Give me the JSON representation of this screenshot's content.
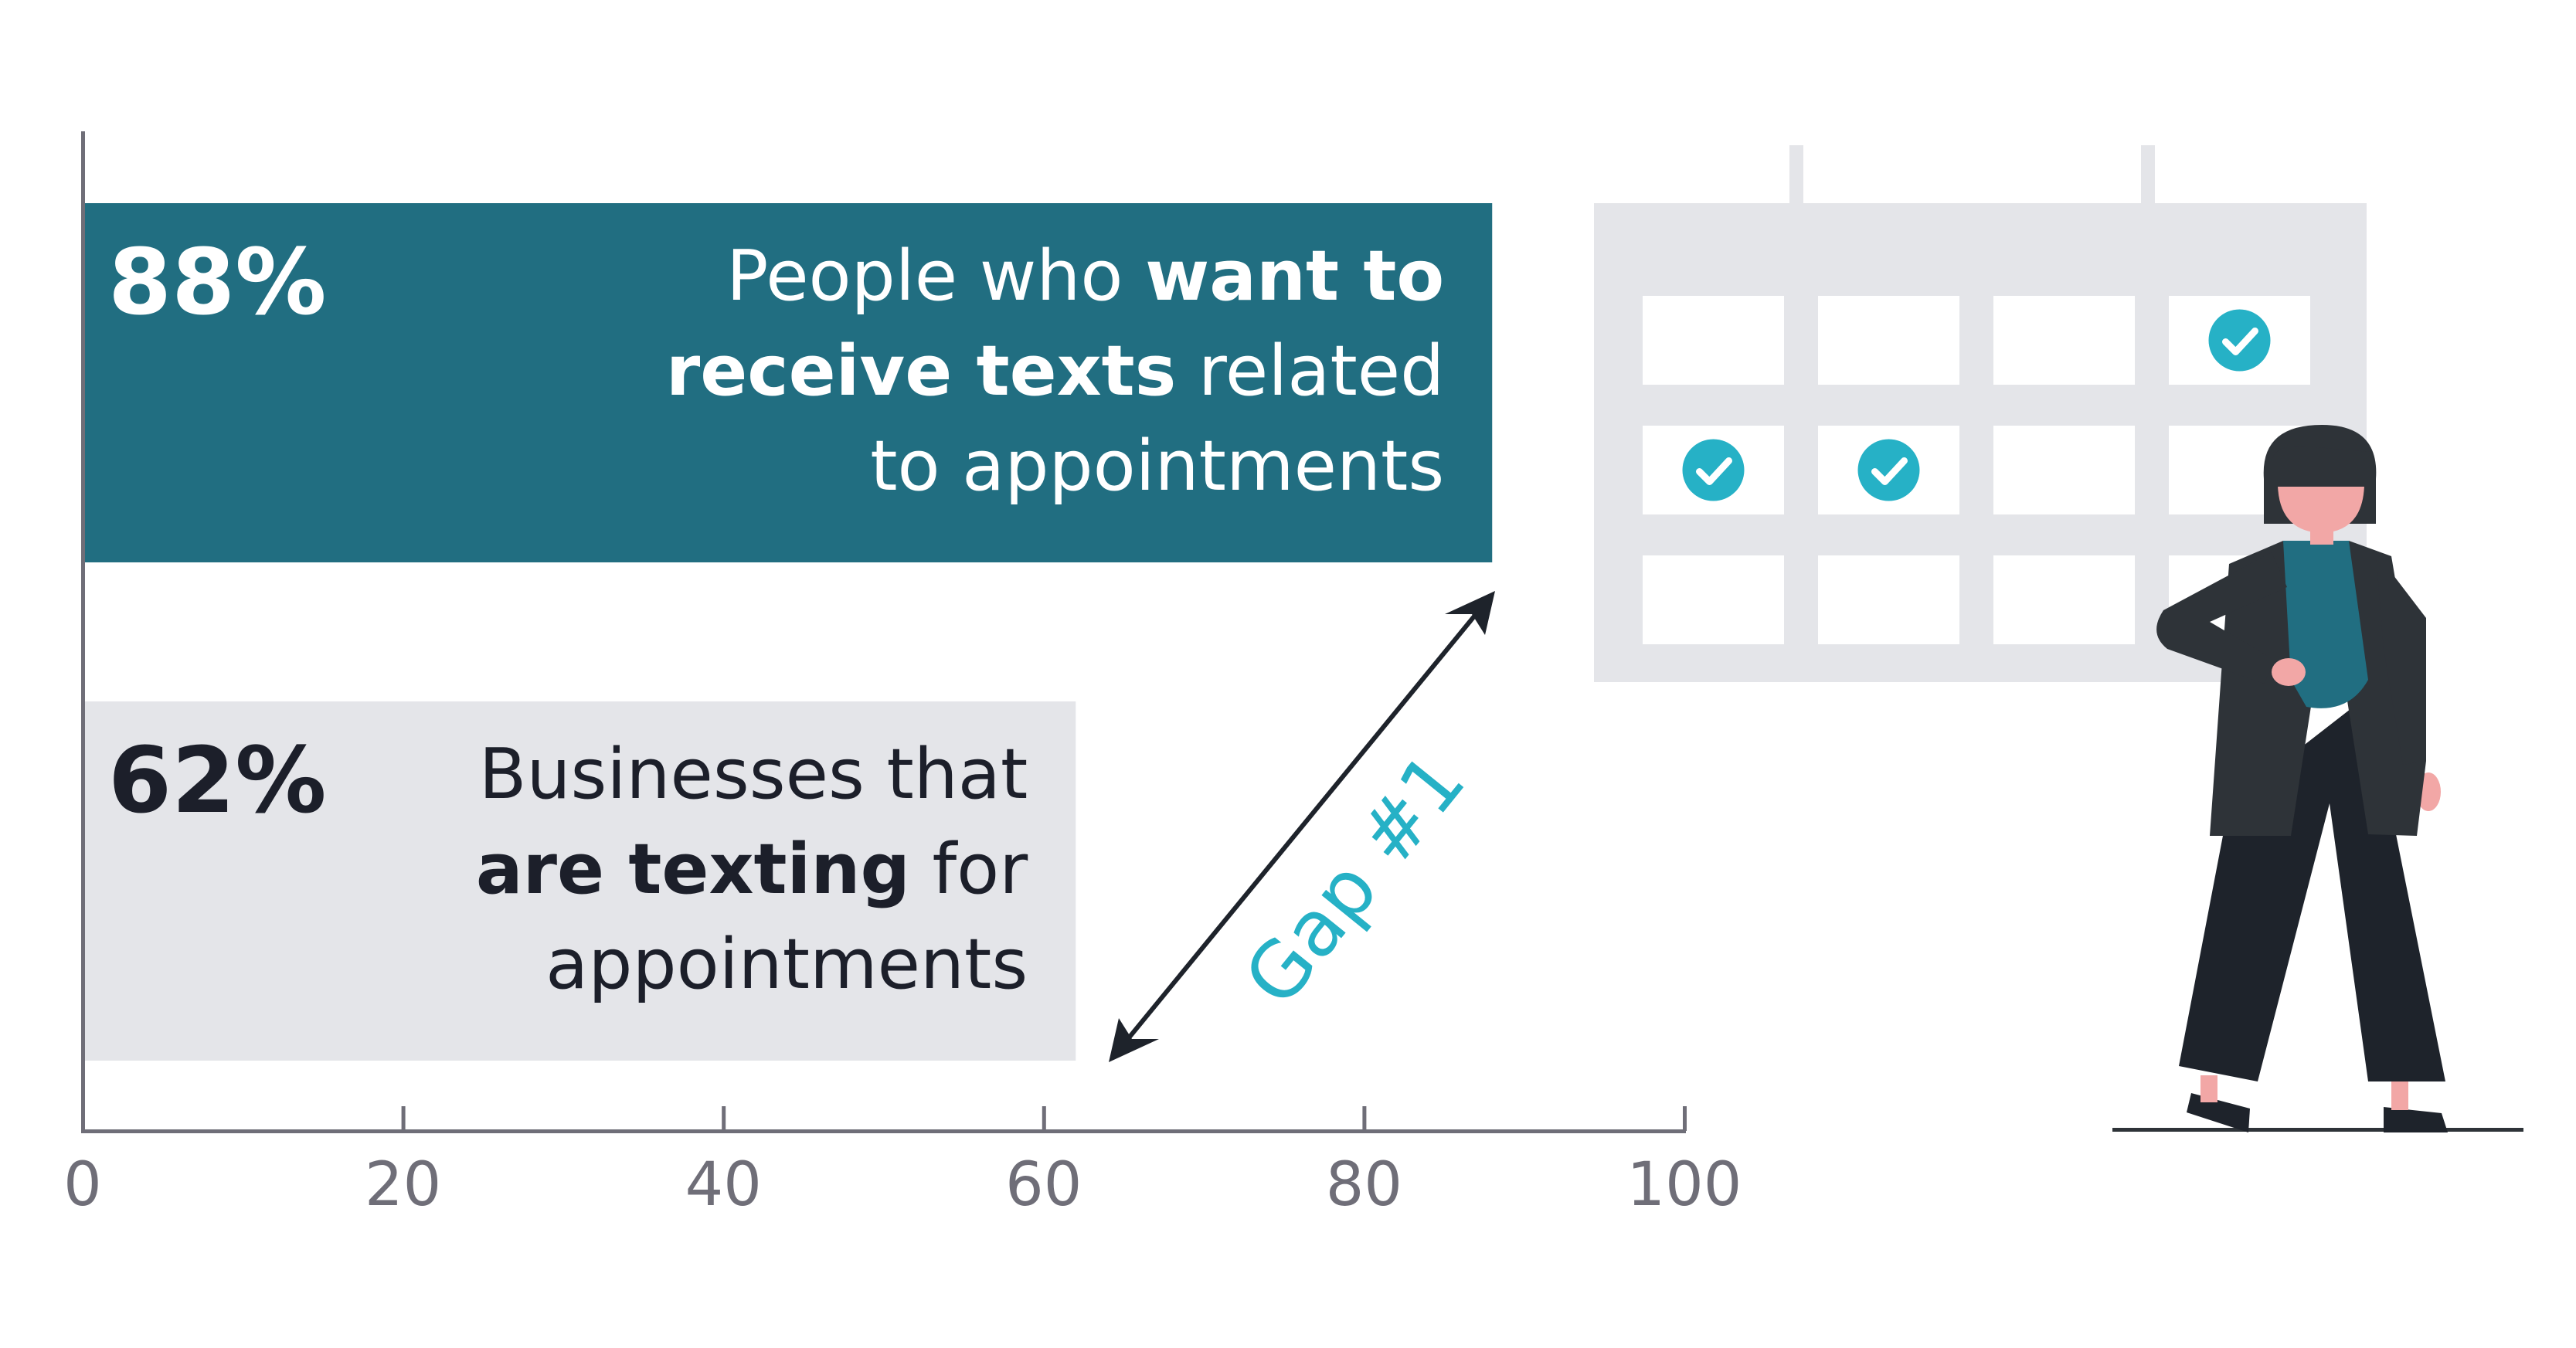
{
  "chart_data": {
    "type": "bar",
    "orientation": "horizontal",
    "xlim": [
      0,
      100
    ],
    "x_ticks": [
      "0",
      "20",
      "40",
      "60",
      "80",
      "100"
    ],
    "bars": [
      {
        "value": 88,
        "value_label": "88%",
        "label_lines": [
          [
            {
              "text": "People who ",
              "bold": false
            },
            {
              "text": "want to",
              "bold": true
            }
          ],
          [
            {
              "text": "receive texts",
              "bold": true
            },
            {
              "text": " related",
              "bold": false
            }
          ],
          [
            {
              "text": "to appointments",
              "bold": false
            }
          ]
        ],
        "color": "#216e81",
        "text_color": "#ffffff"
      },
      {
        "value": 62,
        "value_label": "62%",
        "label_lines": [
          [
            {
              "text": "Businesses that",
              "bold": false
            }
          ],
          [
            {
              "text": "are texting",
              "bold": true
            },
            {
              "text": " for",
              "bold": false
            }
          ],
          [
            {
              "text": "appointments",
              "bold": false
            }
          ]
        ],
        "color": "#e4e5e9",
        "text_color": "#1c1f2a"
      }
    ],
    "annotation": {
      "text": "Gap #1",
      "color": "#26b1c6"
    },
    "grid": false
  },
  "colors": {
    "axis": "#6f6e78",
    "tick_label": "#6f6e78",
    "calendar": "#e4e5e9",
    "check": "#26b1c6",
    "figure_dark": "#2e3338",
    "figure_pants": "#1e232b",
    "figure_shirt": "#216e81",
    "skin": "#f2a7a6"
  },
  "illustration": {
    "calendar_icon": "calendar-with-checkmarks",
    "person_icon": "standing-woman"
  }
}
